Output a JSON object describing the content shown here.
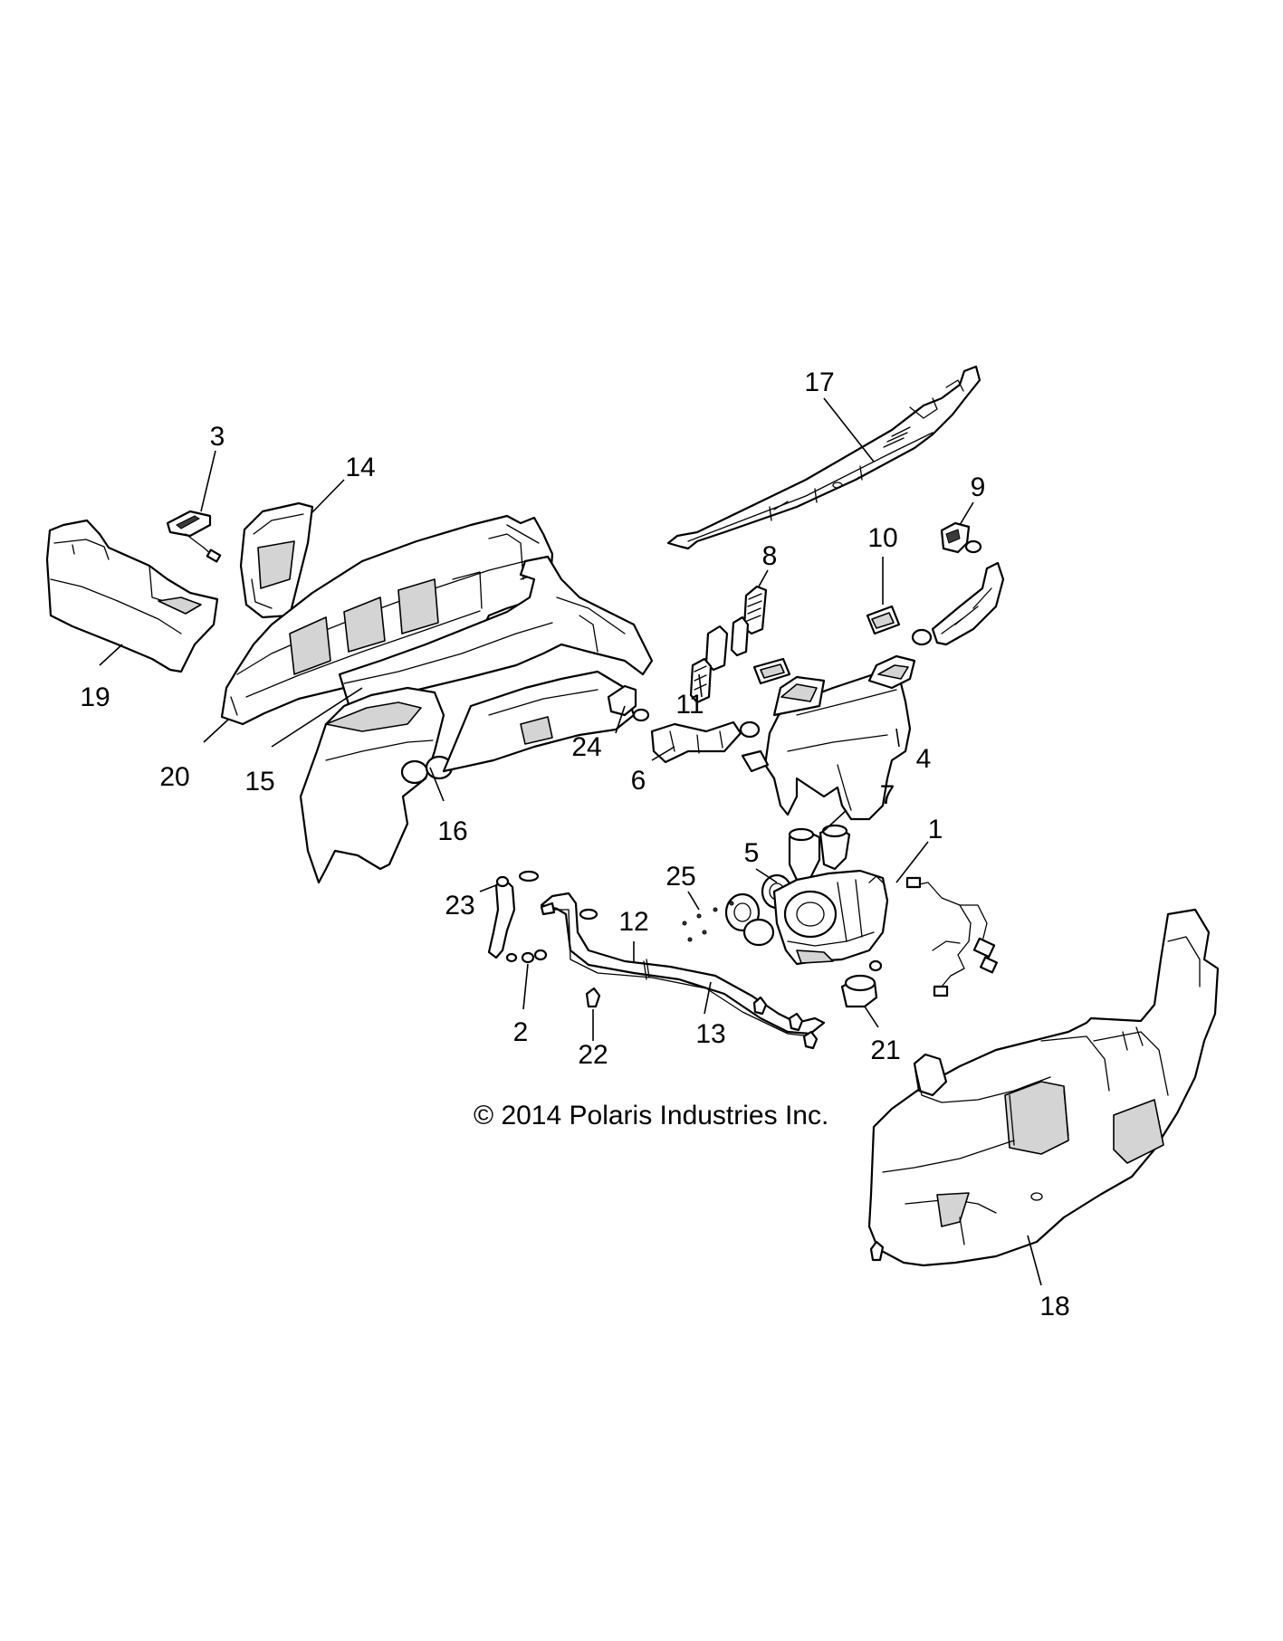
{
  "copyright": "© 2014 Polaris Industries Inc.",
  "callouts": {
    "c1": "1",
    "c2": "2",
    "c3": "3",
    "c4": "4",
    "c5": "5",
    "c6": "6",
    "c7": "7",
    "c8": "8",
    "c9": "9",
    "c10": "10",
    "c11": "11",
    "c12": "12",
    "c13": "13",
    "c14": "14",
    "c15": "15",
    "c16": "16",
    "c17": "17",
    "c18": "18",
    "c19": "19",
    "c20": "20",
    "c21": "21",
    "c22": "22",
    "c23": "23",
    "c24": "24",
    "c25": "25"
  },
  "colors": {
    "line": "#000000",
    "shade": "#d4d4d4",
    "background": "#ffffff"
  }
}
